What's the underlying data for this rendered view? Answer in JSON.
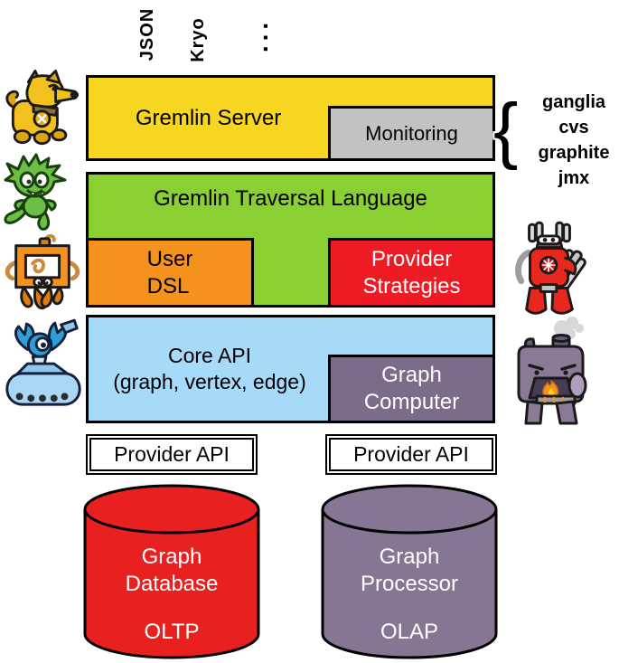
{
  "colors": {
    "gremlin_server": "#F6D621",
    "monitoring": "#C2C2C2",
    "traversal_language": "#8BD033",
    "user_dsl": "#F5921E",
    "provider_strategies": "#EE1B24",
    "core_api": "#A7DAF8",
    "graph_computer": "#7D6B8A",
    "provider_api": "#FFFFFF",
    "oltp_cylinder": "#E8201F",
    "olap_cylinder": "#867693",
    "outline": "#000000"
  },
  "serializers": {
    "items": [
      "JSON",
      "Kryo",
      "..."
    ]
  },
  "layers": {
    "gremlin_server": {
      "label": "Gremlin Server"
    },
    "monitoring": {
      "label": "Monitoring"
    },
    "traversal_language": {
      "label": "Gremlin Traversal Language"
    },
    "user_dsl": {
      "label": "User\nDSL"
    },
    "provider_strategies": {
      "label": "Provider\nStrategies"
    },
    "core_api": {
      "label": "Core API\n(graph, vertex, edge)"
    },
    "graph_computer": {
      "label": "Graph\nComputer"
    },
    "provider_api": {
      "label": "Provider API"
    }
  },
  "monitoring_tools": {
    "brace": "{",
    "items": [
      "ganglia",
      "cvs",
      "graphite",
      "jmx"
    ]
  },
  "storage": {
    "oltp": {
      "title": "Graph\nDatabase",
      "subtitle": "OLTP"
    },
    "olap": {
      "title": "Graph\nProcessor",
      "subtitle": "OLAP"
    }
  },
  "mascots": {
    "left": [
      "yellow-dog-robot",
      "green-gremlin",
      "orange-frame-creature",
      "blue-tank-robot"
    ],
    "right": [
      "red-gatling-robot",
      "purple-furnace-monster"
    ]
  }
}
